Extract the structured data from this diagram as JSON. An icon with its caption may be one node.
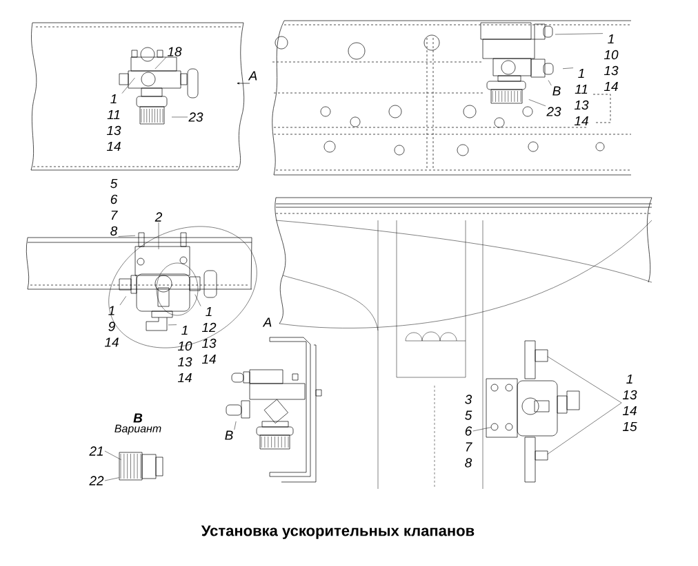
{
  "diagram": {
    "title": "Установка ускорительных клапанов",
    "nodes": [
      {
        "text": [
          "18"
        ]
      },
      {
        "text": [
          "1",
          "11",
          "13",
          "14"
        ]
      },
      {
        "text": [
          "23"
        ]
      },
      {
        "text": [
          "1",
          "10",
          "13",
          "14"
        ]
      },
      {
        "text": [
          "1",
          "11",
          "13",
          "14"
        ]
      },
      {
        "text": [
          "В"
        ]
      },
      {
        "text": [
          "23"
        ]
      },
      {
        "text": [
          "5",
          "6",
          "7",
          "8"
        ]
      },
      {
        "text": [
          "2"
        ]
      },
      {
        "text": [
          "1",
          "9",
          "14"
        ]
      },
      {
        "text": [
          "1",
          "12",
          "13",
          "14"
        ]
      },
      {
        "text": [
          "1",
          "10",
          "13",
          "14"
        ]
      },
      {
        "text": [
          "В"
        ]
      },
      {
        "text": [
          "1",
          "13",
          "14",
          "15"
        ]
      },
      {
        "text": [
          "3",
          "5",
          "6",
          "7",
          "8"
        ]
      },
      {
        "text": [
          "21"
        ]
      },
      {
        "text": [
          "22"
        ]
      },
      {
        "text": [],
        "shape": "picture"
      },
      {
        "text": [],
        "shape": "picture"
      }
    ],
    "edges": [
      {
        "from": 0,
        "to": null,
        "arrow": "none"
      },
      {
        "from": 1,
        "to": null,
        "arrow": "none"
      },
      {
        "from": 2,
        "to": null,
        "arrow": "none"
      },
      {
        "from": 3,
        "to": null,
        "arrow": "none"
      },
      {
        "from": 4,
        "to": null,
        "arrow": "none"
      },
      {
        "from": 5,
        "to": null,
        "arrow": "none"
      },
      {
        "from": 6,
        "to": null,
        "arrow": "none"
      },
      {
        "from": 7,
        "to": null,
        "arrow": "none"
      },
      {
        "from": 8,
        "to": null,
        "arrow": "none"
      },
      {
        "from": 9,
        "to": null,
        "arrow": "none"
      },
      {
        "from": 10,
        "to": null,
        "arrow": "none"
      },
      {
        "from": 11,
        "to": null,
        "arrow": "none"
      },
      {
        "from": 12,
        "to": null,
        "arrow": "none"
      },
      {
        "from": 13,
        "to": 18,
        "arrow": "none"
      },
      {
        "from": 13,
        "to": 18,
        "arrow": "none"
      },
      {
        "from": 14,
        "to": 18,
        "arrow": "none"
      },
      {
        "from": 15,
        "to": 17,
        "arrow": "none"
      },
      {
        "from": 16,
        "to": 17,
        "arrow": "none"
      }
    ],
    "labels": [
      "А",
      "А",
      "В",
      "Вариант"
    ]
  }
}
